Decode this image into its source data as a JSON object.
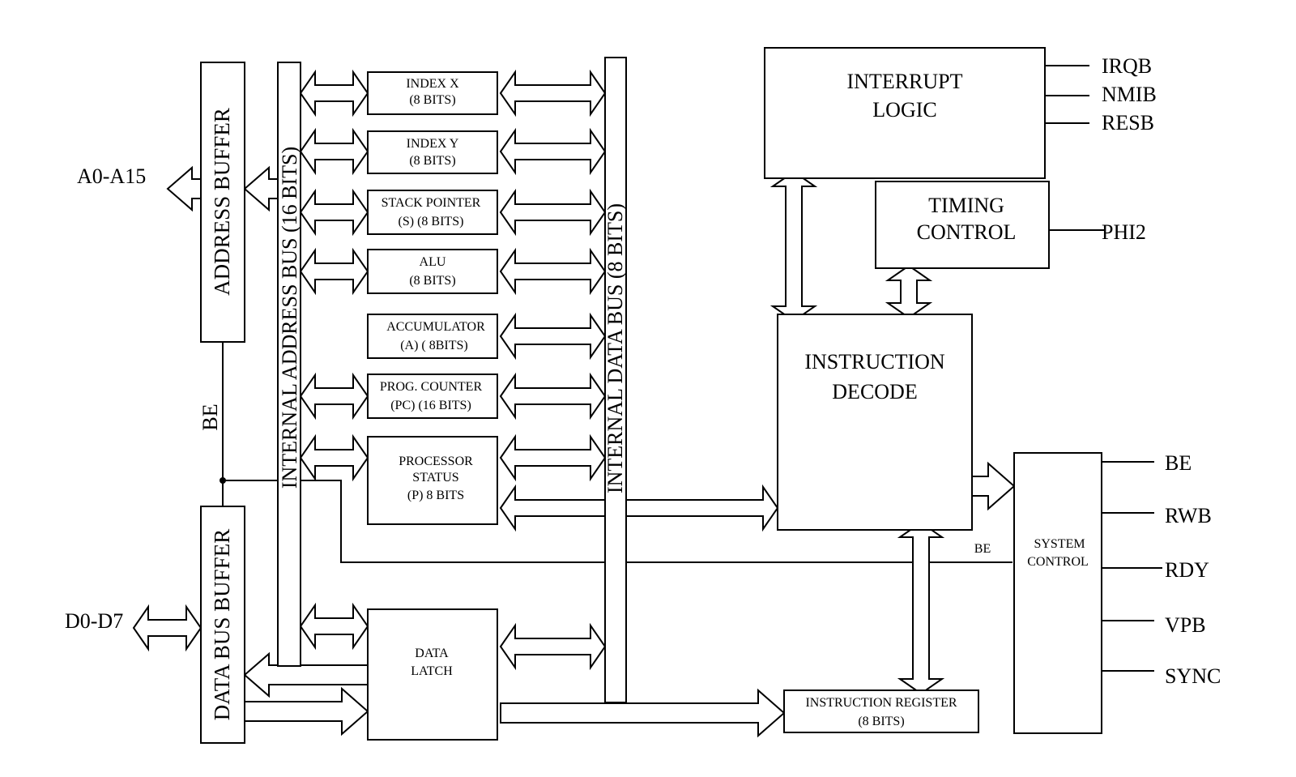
{
  "blocks": {
    "address_buffer": "ADDRESS BUFFER",
    "internal_address_bus": "INTERNAL ADDRESS BUS (16 BITS)",
    "internal_data_bus": "INTERNAL DATA BUS (8 BITS)",
    "data_bus_buffer": "DATA BUS BUFFER",
    "index_x": [
      "INDEX X",
      "(8 BITS)"
    ],
    "index_y": [
      "INDEX Y",
      "(8 BITS)"
    ],
    "stack_pointer": [
      "STACK POINTER",
      "(S) (8 BITS)"
    ],
    "alu": [
      "ALU",
      "(8 BITS)"
    ],
    "accumulator": [
      "ACCUMULATOR",
      "(A) ( 8BITS)"
    ],
    "prog_counter": [
      "PROG. COUNTER",
      "(PC) (16 BITS)"
    ],
    "processor_status": [
      "PROCESSOR",
      "STATUS",
      "(P) 8 BITS"
    ],
    "data_latch": [
      "DATA",
      "LATCH"
    ],
    "interrupt_logic": [
      "INTERRUPT",
      "LOGIC"
    ],
    "timing_control": [
      "TIMING",
      "CONTROL"
    ],
    "instruction_decode": [
      "INSTRUCTION",
      "DECODE"
    ],
    "instruction_register": [
      "INSTRUCTION REGISTER",
      "(8 BITS)"
    ],
    "system_control": [
      "SYSTEM",
      "CONTROL"
    ]
  },
  "signals": {
    "address_out": "A0-A15",
    "data_io": "D0-D7",
    "be_vertical": "BE",
    "be_bus": "BE",
    "interrupt_inputs": [
      "IRQB",
      "NMIB",
      "RESB"
    ],
    "clock": "PHI2",
    "system_outputs": [
      "BE",
      "RWB",
      "RDY",
      "VPB",
      "SYNC"
    ]
  }
}
